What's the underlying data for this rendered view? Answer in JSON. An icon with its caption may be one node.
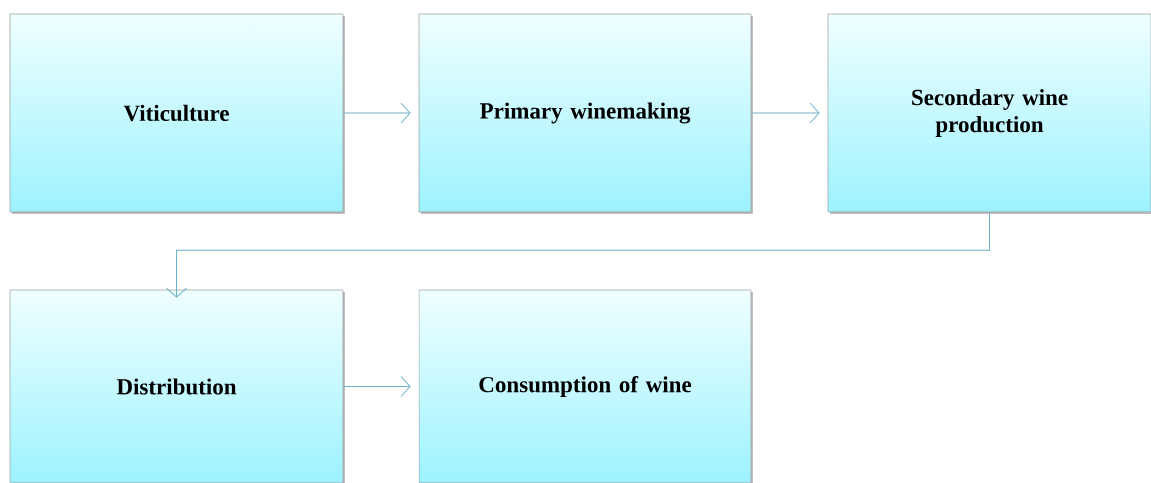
{
  "diagram": {
    "nodes": [
      {
        "text": [
          "Viticulture"
        ]
      },
      {
        "text": [
          "Primary winemaking"
        ]
      },
      {
        "text": [
          "Secondary wine production"
        ]
      },
      {
        "text": [
          "Distribution"
        ]
      },
      {
        "text": [
          "Consumption of wine"
        ]
      }
    ],
    "edges": [
      {
        "from": 0,
        "to": 1,
        "arrow": "to"
      },
      {
        "from": 1,
        "to": 2,
        "arrow": "to"
      },
      {
        "from": 2,
        "to": 3,
        "arrow": "to"
      },
      {
        "from": 3,
        "to": 4,
        "arrow": "to"
      }
    ]
  }
}
